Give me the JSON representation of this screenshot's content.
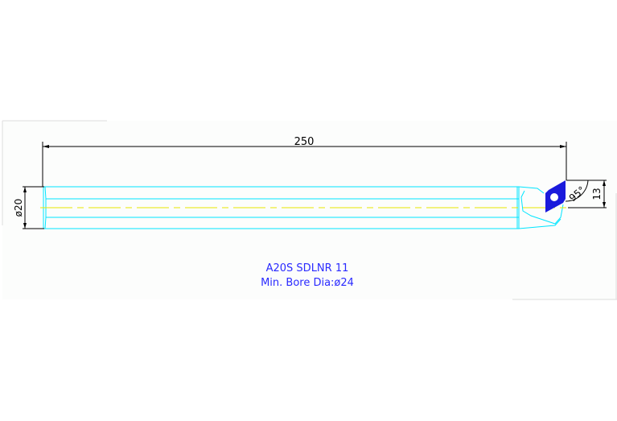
{
  "drawing": {
    "length_dim": "250",
    "diameter_dim": "ø20",
    "angle_dim": "95°",
    "height_dim": "13",
    "model": "A20S SDLNR 11",
    "min_bore": "Min. Bore Dia:ø24"
  },
  "colors": {
    "body": "#00ffff",
    "centerline": "#ffff00",
    "insert": "#1a1adc",
    "text": "#2a2aff",
    "dims": "#000000"
  }
}
